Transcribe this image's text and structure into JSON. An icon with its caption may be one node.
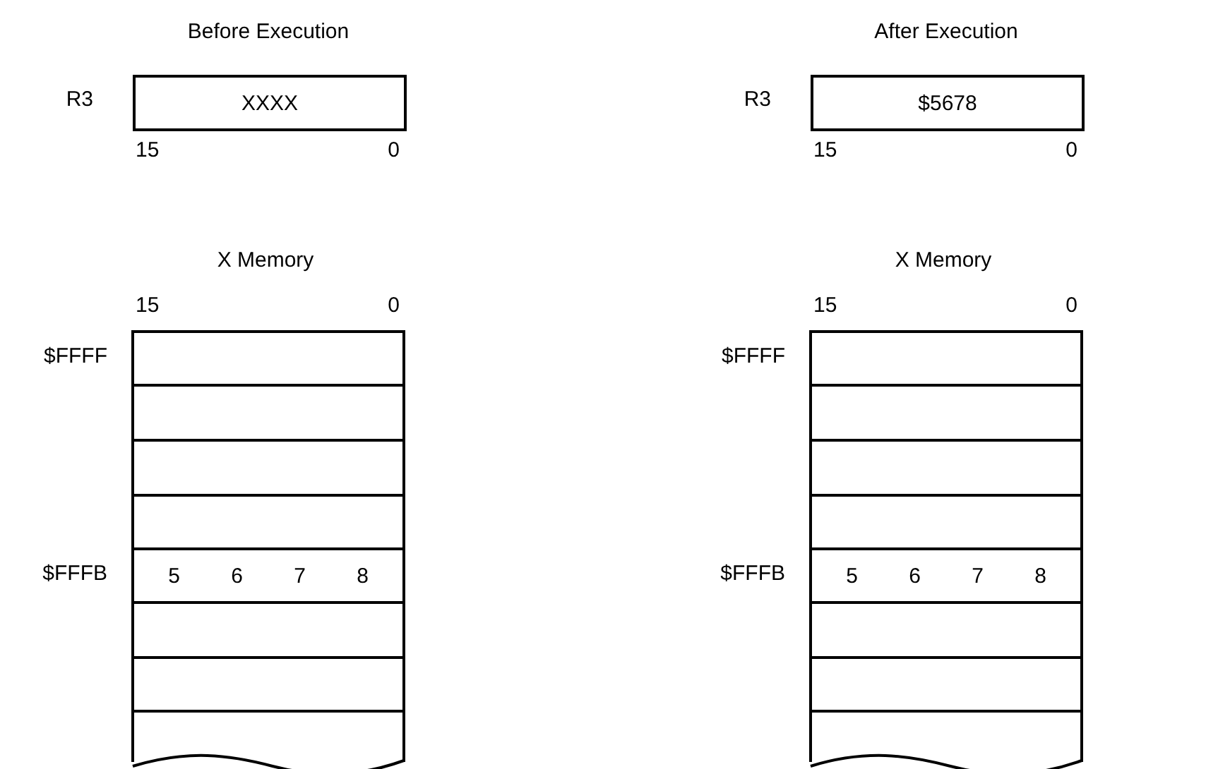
{
  "diagram": {
    "nodes": [
      {
        "text": [
          "XXXX"
        ]
      },
      {
        "text": [
          "$5678"
        ]
      },
      {
        "text": [],
        "shape": "box"
      },
      {
        "text": [],
        "shape": "box",
        "in": 2
      },
      {
        "text": [],
        "shape": "box",
        "in": 2
      },
      {
        "text": [],
        "shape": "box",
        "in": 2
      },
      {
        "text": [],
        "shape": "box",
        "in": 2
      },
      {
        "text": [
          "5",
          "6",
          "7",
          "8"
        ],
        "in": 2
      },
      {
        "text": [],
        "shape": "box",
        "in": 2
      },
      {
        "text": [],
        "shape": "box",
        "in": 2
      },
      {
        "text": [],
        "shape": "box",
        "in": 2
      },
      {
        "text": [],
        "shape": "box"
      },
      {
        "text": [],
        "shape": "box",
        "in": 11
      },
      {
        "text": [],
        "shape": "box",
        "in": 11
      },
      {
        "text": [],
        "shape": "box",
        "in": 11
      },
      {
        "text": [],
        "shape": "box",
        "in": 11
      },
      {
        "text": [
          "5",
          "6",
          "7",
          "8"
        ],
        "in": 11
      },
      {
        "text": [],
        "shape": "box",
        "in": 11
      },
      {
        "text": [],
        "shape": "box",
        "in": 11
      },
      {
        "text": [],
        "shape": "box",
        "in": 11
      }
    ],
    "labels": [
      "Before Execution",
      "After Execution",
      "R3",
      "R3",
      "15",
      "0",
      "15",
      "0",
      "X Memory",
      "X Memory",
      "15",
      "0",
      "15",
      "0",
      "$FFFF",
      "$FFFF",
      "$FFFB",
      "$FFFB"
    ]
  }
}
